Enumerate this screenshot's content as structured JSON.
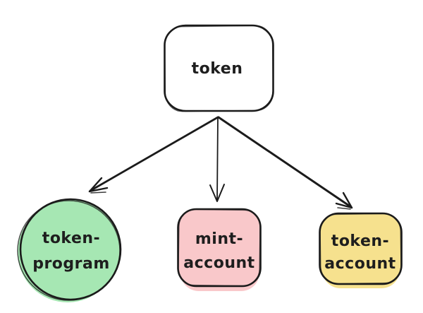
{
  "diagram": {
    "background_color": "#ffffff",
    "stroke_color": "#1b1b1b",
    "text_color": "#1e1e1e",
    "style": "hand-drawn-sketch",
    "nodes": {
      "token": {
        "label": "token",
        "shape": "rounded-rectangle",
        "fill": "#ffffff"
      },
      "token_program": {
        "lines": [
          "token-",
          "program"
        ],
        "label": "token-program",
        "shape": "circle",
        "fill": "#a6e7b3"
      },
      "mint_account": {
        "lines": [
          "mint-",
          "account"
        ],
        "label": "mint-account",
        "shape": "rounded-square",
        "fill": "#f9c8ca"
      },
      "token_account": {
        "lines": [
          "token-",
          "account"
        ],
        "label": "token-account",
        "shape": "rounded-square",
        "fill": "#f6e18e"
      }
    },
    "edges": [
      {
        "from": "token",
        "to": "token-program",
        "style": "arrow"
      },
      {
        "from": "token",
        "to": "mint-account",
        "style": "arrow-open-head"
      },
      {
        "from": "token",
        "to": "token-account",
        "style": "arrow"
      }
    ]
  }
}
